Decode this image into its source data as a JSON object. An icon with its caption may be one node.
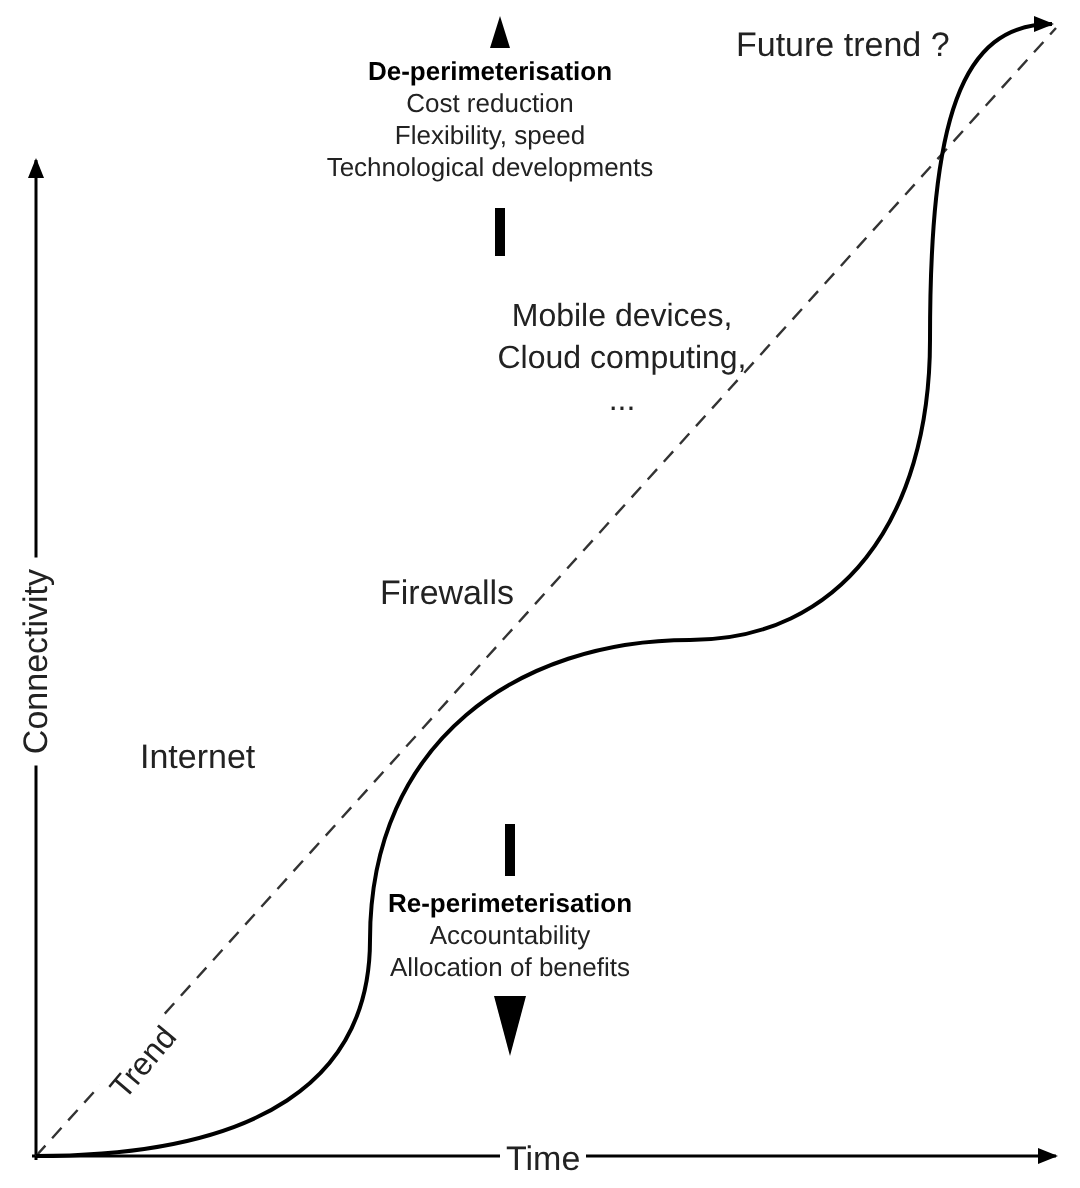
{
  "diagram": {
    "labels": [
      "De-perimeterisation",
      "Cost reduction",
      "Flexibility, speed",
      "Technological developments",
      "Future trend ?",
      "Mobile devices, Cloud computing, ...",
      "Firewalls",
      "Connectivity",
      "Internet",
      "Re-perimeterisation",
      "Accountability",
      "Allocation of benefits",
      "Trend",
      "Time"
    ]
  }
}
